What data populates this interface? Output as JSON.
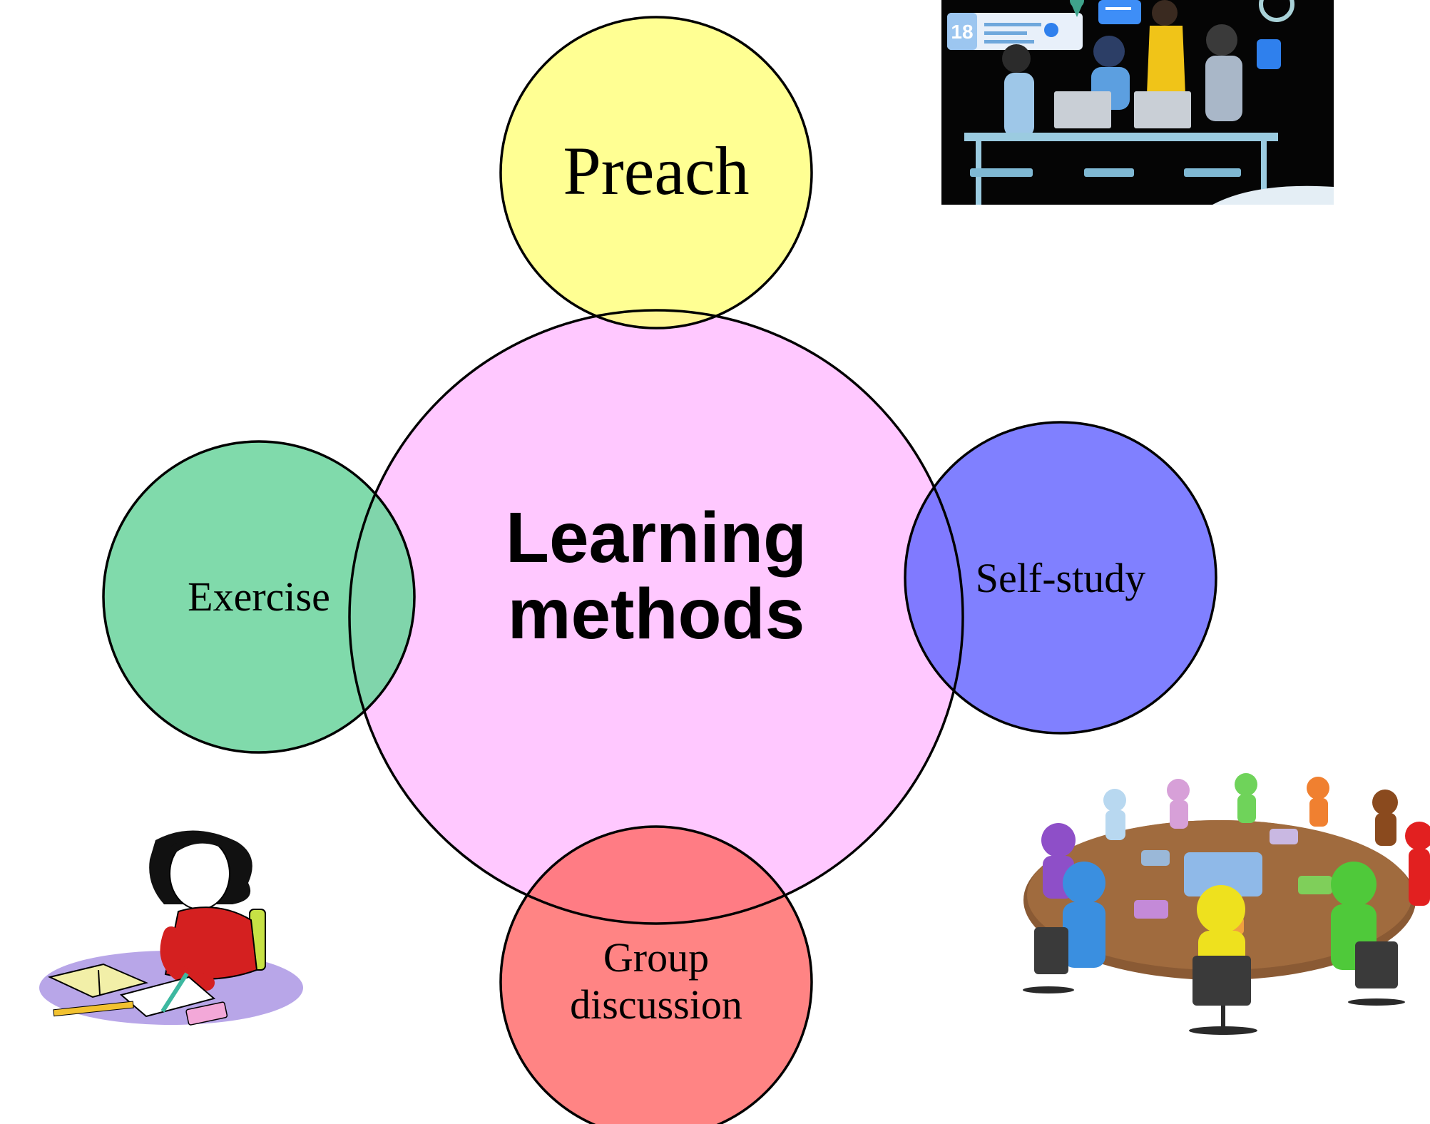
{
  "diagram": {
    "center": {
      "line1": "Learning",
      "line2": "methods"
    },
    "nodes": {
      "preach": {
        "label": "Preach"
      },
      "exercise": {
        "label": "Exercise"
      },
      "self_study": {
        "label": "Self-study"
      },
      "group_discussion": {
        "line1": "Group",
        "line2": "discussion"
      }
    },
    "illustrations": {
      "meeting": {
        "calendar_number": "18"
      }
    }
  },
  "colors": {
    "center_fill": "#FFC8FF",
    "preach_fill": "#FFFF80",
    "exercise_fill": "#80D8A8",
    "self_study_fill": "#8080FF",
    "group_fill": "#FF8080",
    "outline": "#000000"
  },
  "icons": [
    "team-meeting-illustration",
    "student-writing-illustration",
    "puzzle-roundtable-illustration"
  ]
}
